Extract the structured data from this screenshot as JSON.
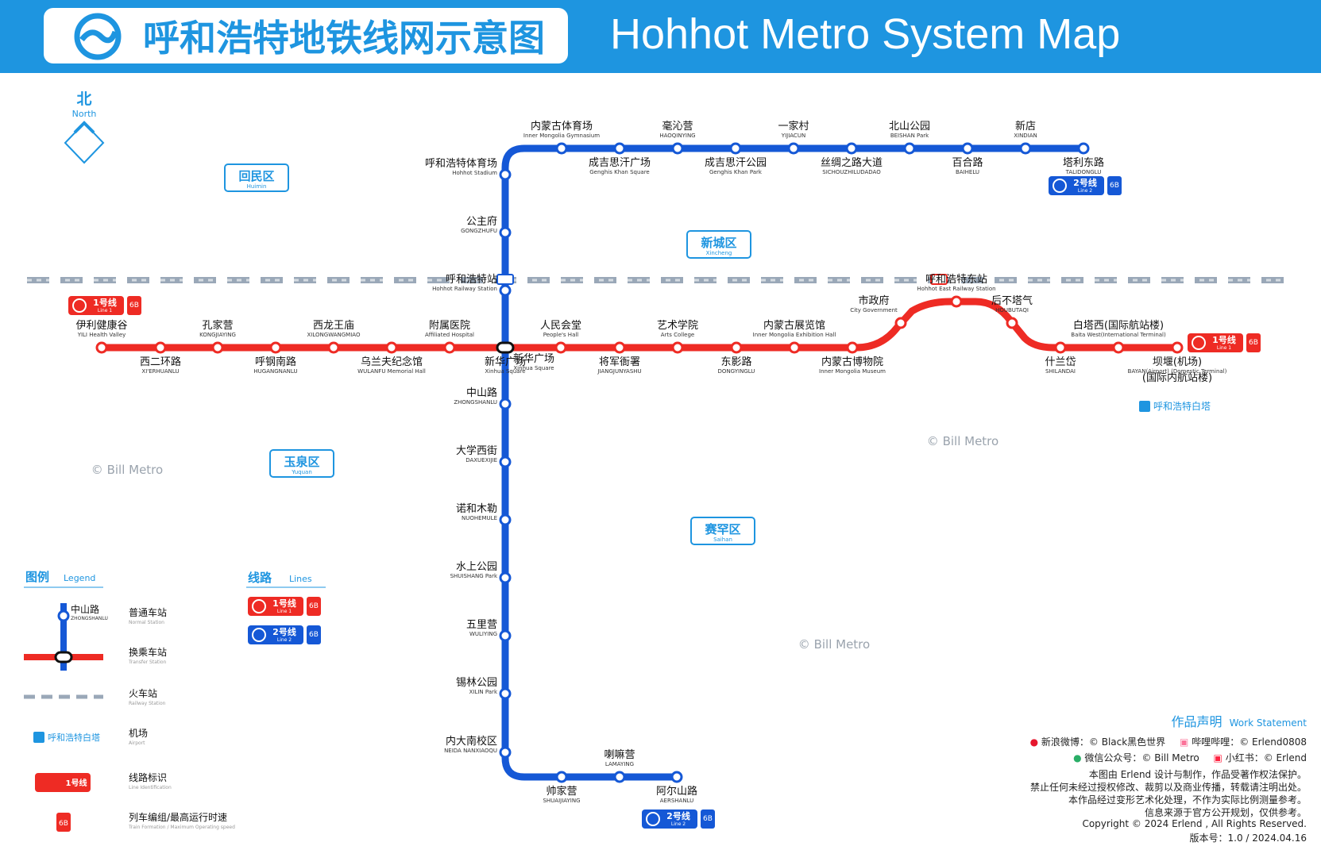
{
  "header": {
    "title_cn": "呼和浩特地铁线网示意图",
    "title_en": "Hohhot Metro System Map"
  },
  "colors": {
    "header": "#1e95e0",
    "line1": "#ee2b24",
    "line2": "#1558d6",
    "district": "#1e95e0",
    "rail": "#9aa8b8"
  },
  "compass": {
    "cn": "北",
    "en": "North"
  },
  "districts": [
    {
      "cn": "回民区",
      "en": "Huimin"
    },
    {
      "cn": "新城区",
      "en": "Xincheng"
    },
    {
      "cn": "玉泉区",
      "en": "Yuquan"
    },
    {
      "cn": "赛罕区",
      "en": "Saihan"
    }
  ],
  "line1": {
    "label_cn": "1号线",
    "label_en": "Line 1",
    "train": "6B",
    "stations": [
      {
        "cn": "伊利健康谷",
        "en": "YILI Health Valley"
      },
      {
        "cn": "西二环路",
        "en": "XI'ERHUANLU"
      },
      {
        "cn": "孔家营",
        "en": "KONGJIAYING"
      },
      {
        "cn": "呼钢南路",
        "en": "HUGANGNANLU"
      },
      {
        "cn": "西龙王庙",
        "en": "XILONGWANGMIAO"
      },
      {
        "cn": "乌兰夫纪念馆",
        "en": "WULANFU Memorial Hall"
      },
      {
        "cn": "附属医院",
        "en": "Affiliated Hospital"
      },
      {
        "cn": "新华广场",
        "en": "Xinhua Square"
      },
      {
        "cn": "人民会堂",
        "en": "People's Hall"
      },
      {
        "cn": "将军衙署",
        "en": "JIANGJUNYASHU"
      },
      {
        "cn": "艺术学院",
        "en": "Arts College"
      },
      {
        "cn": "东影路",
        "en": "DONGYINGLU"
      },
      {
        "cn": "内蒙古展览馆",
        "en": "Inner Mongolia Exhibition Hall"
      },
      {
        "cn": "内蒙古博物院",
        "en": "Inner Mongolia Museum"
      },
      {
        "cn": "市政府",
        "en": "City Government"
      },
      {
        "cn": "呼和浩特东站",
        "en": "Hohhot East Railway Station"
      },
      {
        "cn": "后不塔气",
        "en": "HOUBUTAQI"
      },
      {
        "cn": "什兰岱",
        "en": "SHILANDAI"
      },
      {
        "cn": "白塔西(国际航站楼)",
        "en": "Baita West(International Terminal)"
      },
      {
        "cn": "坝堰(机场)",
        "cn2": "(国际内航站楼)",
        "en": "BAYAN(Airport) (Domestic Terminal)"
      }
    ]
  },
  "line2": {
    "label_cn": "2号线",
    "label_en": "Line 2",
    "train": "6B",
    "stations": [
      {
        "cn": "塔利东路",
        "en": "TALIDONGLU"
      },
      {
        "cn": "新店",
        "en": "XINDIAN"
      },
      {
        "cn": "百合路",
        "en": "BAIHELU"
      },
      {
        "cn": "北山公园",
        "en": "BEISHAN Park"
      },
      {
        "cn": "丝绸之路大道",
        "en": "SICHOUZHILUDADAO"
      },
      {
        "cn": "一家村",
        "en": "YIJIACUN"
      },
      {
        "cn": "成吉思汗公园",
        "en": "Genghis Khan Park"
      },
      {
        "cn": "毫沁营",
        "en": "HAOQINYING"
      },
      {
        "cn": "成吉思汗广场",
        "en": "Genghis Khan Square"
      },
      {
        "cn": "内蒙古体育场",
        "en": "Inner Mongolia Gymnasium"
      },
      {
        "cn": "呼和浩特体育场",
        "en": "Hohhot Stadium"
      },
      {
        "cn": "公主府",
        "en": "GONGZHUFU"
      },
      {
        "cn": "呼和浩特站",
        "en": "Hohhot Railway Station"
      },
      {
        "cn": "新华广场",
        "en": "Xinhua Square"
      },
      {
        "cn": "中山路",
        "en": "ZHONGSHANLU"
      },
      {
        "cn": "大学西街",
        "en": "DAXUEXIJIE"
      },
      {
        "cn": "诺和木勒",
        "en": "NUOHEMULE"
      },
      {
        "cn": "水上公园",
        "en": "SHUISHANG Park"
      },
      {
        "cn": "五里营",
        "en": "WULIYING"
      },
      {
        "cn": "锡林公园",
        "en": "XILIN Park"
      },
      {
        "cn": "内大南校区",
        "en": "NEIDA NANXIAOQU"
      },
      {
        "cn": "帅家营",
        "en": "SHUAIJIAYING"
      },
      {
        "cn": "喇嘛营",
        "en": "LAMAYING"
      },
      {
        "cn": "阿尔山路",
        "en": "AERSHANLU"
      }
    ]
  },
  "airport_label": "呼和浩特白塔",
  "watermark": "© Bill Metro",
  "legend": {
    "title_cn": "图例",
    "title_en": "Legend",
    "sample_station_cn": "中山路",
    "sample_station_en": "ZHONGSHANLU",
    "items": [
      {
        "cn": "普通车站",
        "en": "Normal Station"
      },
      {
        "cn": "换乘车站",
        "en": "Transfer Station"
      },
      {
        "cn": "火车站",
        "en": "Railway Station"
      },
      {
        "cn": "机场",
        "en": "Airport"
      },
      {
        "cn": "线路标识",
        "en": "Line Identification"
      },
      {
        "cn": "列车编组/最高运行时速",
        "en": "Train Formation / Maximum Operating speed"
      }
    ]
  },
  "lines_box": {
    "title_cn": "线路",
    "title_en": "Lines"
  },
  "work_statement": {
    "title_cn": "作品声明",
    "title_en": "Work Statement",
    "social1_cn": "新浪微博：© Black黑色世界",
    "social1_b": "哔哩哔哩：© Erlend0808",
    "social2_cn": "微信公众号：© Bill Metro",
    "social2_b": "小红书：© Erlend",
    "lines": [
      "本图由 Erlend 设计与制作，作品受著作权法保护。",
      "禁止任何未经过授权修改、裁剪以及商业传播，转载请注明出处。",
      "本作品经过变形艺术化处理，不作为实际比例测量参考。",
      "信息来源于官方公开规划，仅供参考。"
    ],
    "copyright": "Copyright © 2024 Erlend , All Rights Reserved.",
    "version": "版本号：1.0 / 2024.04.16"
  }
}
